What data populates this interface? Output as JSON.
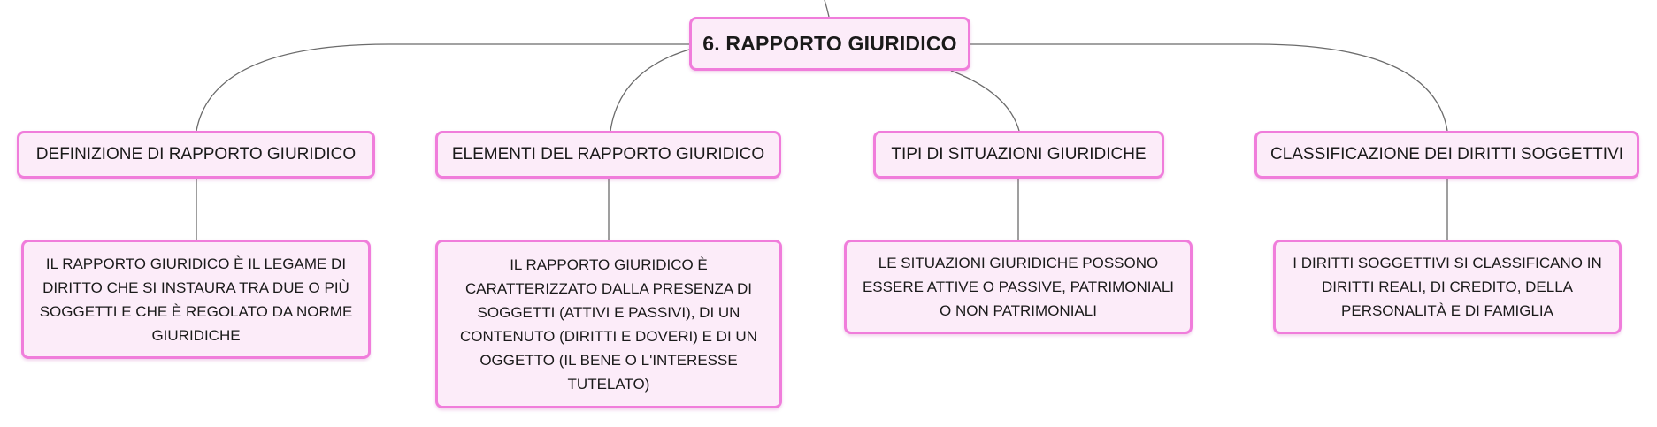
{
  "diagram": {
    "root": {
      "label": "6. RAPPORTO GIURIDICO"
    },
    "branches": [
      {
        "title": "DEFINIZIONE DI RAPPORTO GIURIDICO",
        "detail": "IL RAPPORTO GIURIDICO È IL LEGAME DI DIRITTO CHE SI INSTAURA TRA DUE O PIÙ SOGGETTI E CHE È REGOLATO DA NORME GIURIDICHE"
      },
      {
        "title": "ELEMENTI DEL RAPPORTO GIURIDICO",
        "detail": "IL RAPPORTO GIURIDICO È CARATTERIZZATO DALLA PRESENZA DI SOGGETTI (ATTIVI E PASSIVI), DI UN CONTENUTO (DIRITTI E DOVERI) E DI UN OGGETTO (IL BENE O L'INTERESSE TUTELATO)"
      },
      {
        "title": "TIPI DI SITUAZIONI GIURIDICHE",
        "detail": "LE SITUAZIONI GIURIDICHE POSSONO ESSERE ATTIVE O PASSIVE, PATRIMONIALI O NON PATRIMONIALI"
      },
      {
        "title": "CLASSIFICAZIONE DEI DIRITTI SOGGETTIVI",
        "detail": "I DIRITTI SOGGETTIVI SI CLASSIFICANO IN DIRITTI REALI, DI CREDITO, DELLA PERSONALITÀ E DI FAMIGLIA"
      }
    ]
  },
  "colors": {
    "node_fill": "#fcecf9",
    "node_border": "#f07ddb",
    "connector": "#6b6b6b"
  }
}
